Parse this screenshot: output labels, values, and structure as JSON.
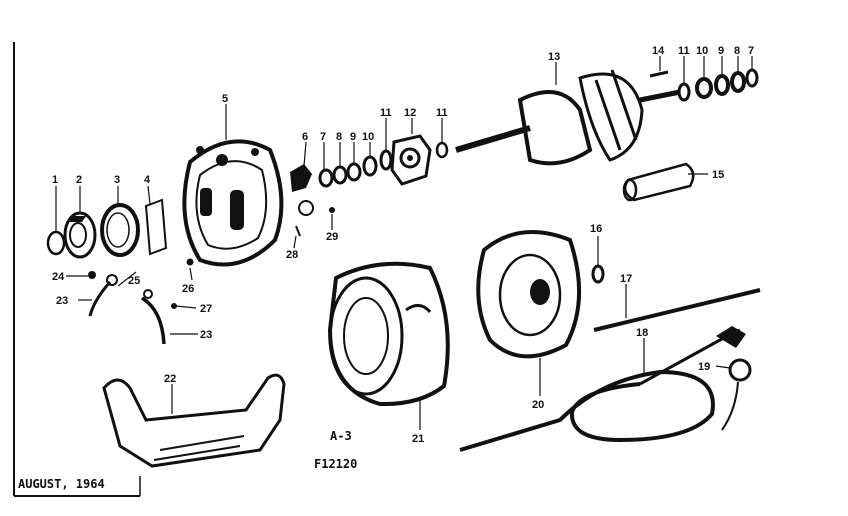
{
  "parts": [
    {
      "id": "p1",
      "label": "1"
    },
    {
      "id": "p2",
      "label": "2"
    },
    {
      "id": "p3",
      "label": "3"
    },
    {
      "id": "p4",
      "label": "4"
    },
    {
      "id": "p5",
      "label": "5"
    },
    {
      "id": "p6",
      "label": "6"
    },
    {
      "id": "p7",
      "label": "7"
    },
    {
      "id": "p8",
      "label": "8"
    },
    {
      "id": "p9",
      "label": "9"
    },
    {
      "id": "p10",
      "label": "10"
    },
    {
      "id": "p11a",
      "label": "11"
    },
    {
      "id": "p12",
      "label": "12"
    },
    {
      "id": "p11b",
      "label": "11"
    },
    {
      "id": "p13",
      "label": "13"
    },
    {
      "id": "p14",
      "label": "14"
    },
    {
      "id": "p11c",
      "label": "11"
    },
    {
      "id": "p10b",
      "label": "10"
    },
    {
      "id": "p9b",
      "label": "9"
    },
    {
      "id": "p8b",
      "label": "8"
    },
    {
      "id": "p7b",
      "label": "7"
    },
    {
      "id": "p15",
      "label": "15"
    },
    {
      "id": "p16",
      "label": "16"
    },
    {
      "id": "p17",
      "label": "17"
    },
    {
      "id": "p18",
      "label": "18"
    },
    {
      "id": "p19",
      "label": "19"
    },
    {
      "id": "p20",
      "label": "20"
    },
    {
      "id": "p21",
      "label": "21"
    },
    {
      "id": "p22",
      "label": "22"
    },
    {
      "id": "p23a",
      "label": "23"
    },
    {
      "id": "p23b",
      "label": "23"
    },
    {
      "id": "p24",
      "label": "24"
    },
    {
      "id": "p25",
      "label": "25"
    },
    {
      "id": "p26",
      "label": "26"
    },
    {
      "id": "p27",
      "label": "27"
    },
    {
      "id": "p28",
      "label": "28"
    },
    {
      "id": "p29",
      "label": "29"
    }
  ],
  "captions": {
    "figure_code": "A-3",
    "figure_number": "F12120",
    "date": "AUGUST, 1964"
  }
}
